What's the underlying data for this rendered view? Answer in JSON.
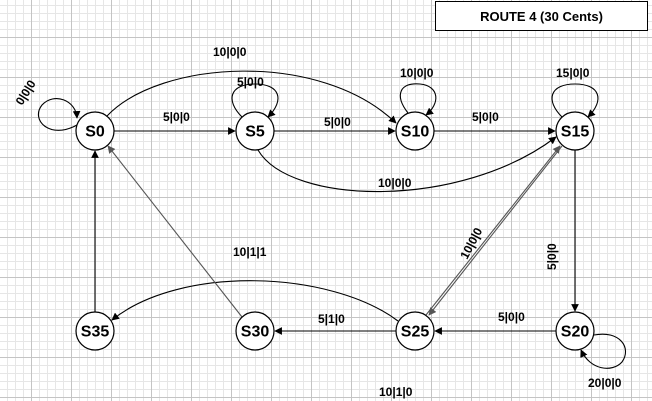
{
  "title": "ROUTE 4 (30 Cents)",
  "colors": {
    "edge": "#000000",
    "edge_muted": "#555555",
    "grid": "#c4c4c4"
  },
  "states": [
    "S0",
    "S5",
    "S10",
    "S15",
    "S20",
    "S25",
    "S30",
    "S35"
  ],
  "transitions": [
    {
      "from": "S0",
      "to": "S0",
      "label": "0|0|0"
    },
    {
      "from": "S0",
      "to": "S5",
      "label": "5|0|0"
    },
    {
      "from": "S0",
      "to": "S10",
      "label": "10|0|0"
    },
    {
      "from": "S5",
      "to": "S5",
      "label": "5|0|0"
    },
    {
      "from": "S5",
      "to": "S10",
      "label": "5|0|0"
    },
    {
      "from": "S5",
      "to": "S15",
      "label": "10|0|0"
    },
    {
      "from": "S10",
      "to": "S10",
      "label": "10|0|0"
    },
    {
      "from": "S10",
      "to": "S15",
      "label": "5|0|0"
    },
    {
      "from": "S15",
      "to": "S15",
      "label": "15|0|0"
    },
    {
      "from": "S15",
      "to": "S20",
      "label": "5|0|0"
    },
    {
      "from": "S15",
      "to": "S25",
      "label": "10|0|0"
    },
    {
      "from": "S20",
      "to": "S20",
      "label": "20|0|0"
    },
    {
      "from": "S20",
      "to": "S25",
      "label": "5|0|0"
    },
    {
      "from": "S25",
      "to": "S15",
      "label": "10|0|0"
    },
    {
      "from": "S25",
      "to": "S30",
      "label": "5|1|0"
    },
    {
      "from": "S25",
      "to": "S35",
      "label": "10|1|1"
    },
    {
      "from": "S30",
      "to": "S0",
      "label": ""
    },
    {
      "from": "S35",
      "to": "S0",
      "label": ""
    }
  ],
  "extra_labels": [
    "10|1|0"
  ]
}
